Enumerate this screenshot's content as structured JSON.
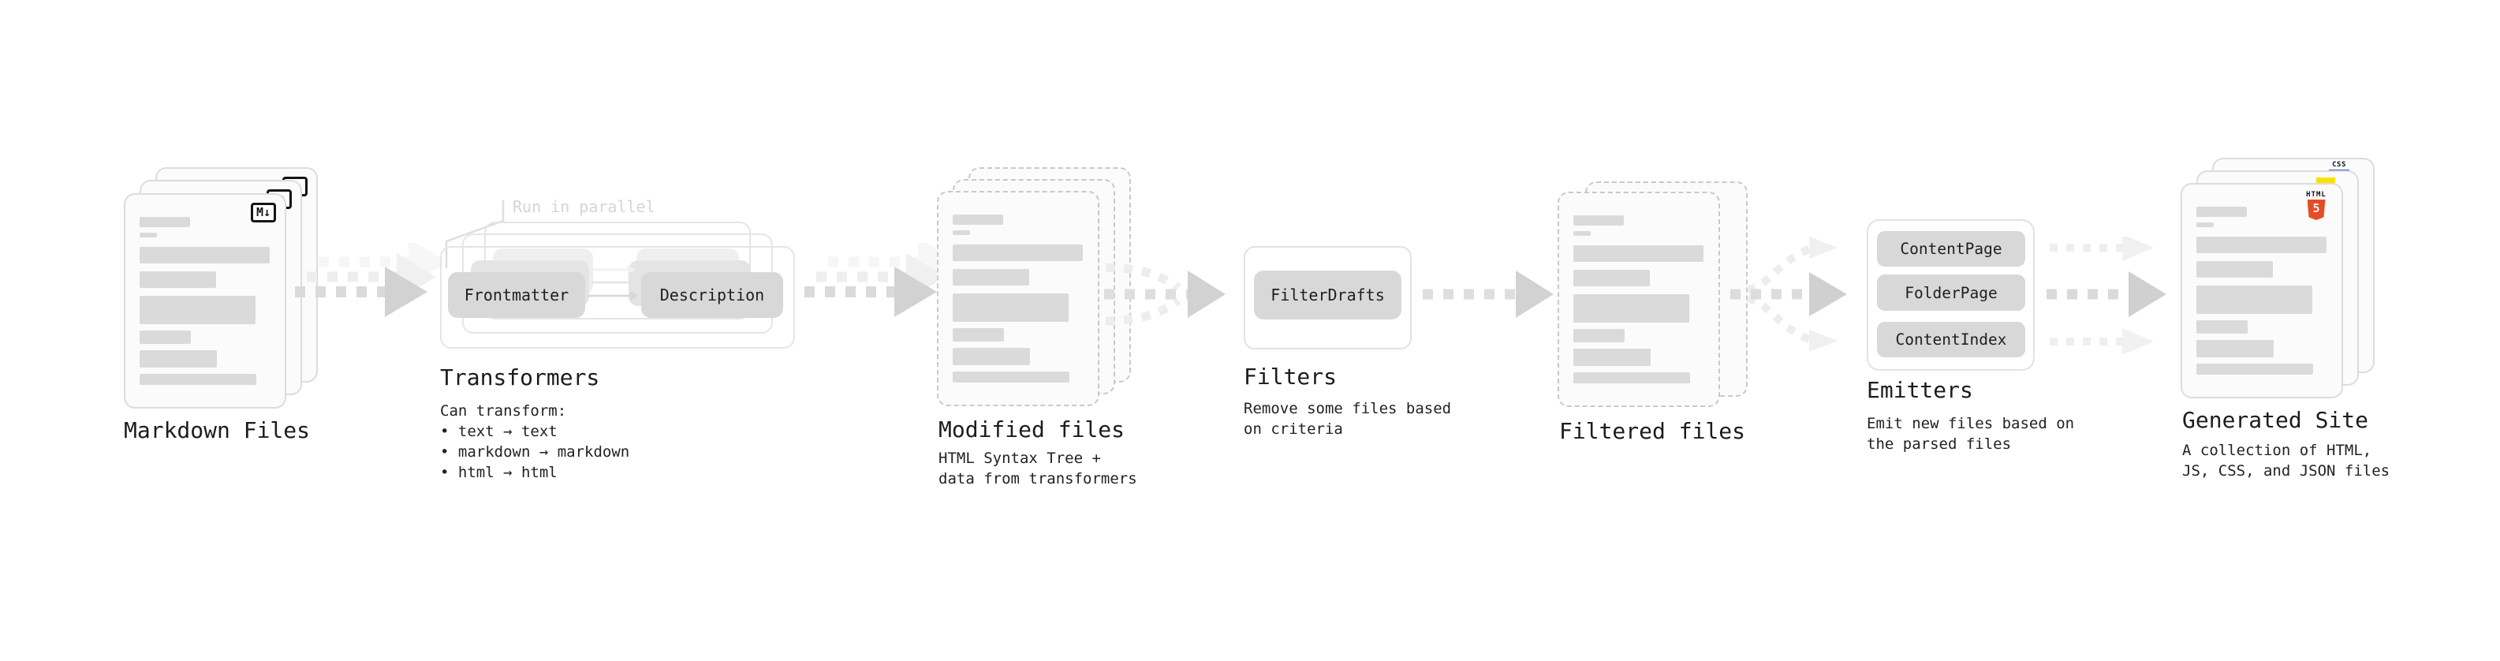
{
  "diagram": {
    "annotation_run_in_parallel": "Run in parallel",
    "markdown_files": {
      "label": "Markdown Files",
      "badge": "M↓"
    },
    "transformers": {
      "label": "Transformers",
      "pill_frontmatter": "Frontmatter",
      "pill_description": "Description",
      "caption": "Can transform:\n • text → text\n • markdown → markdown\n • html → html"
    },
    "modified_files": {
      "label": "Modified files",
      "caption": "HTML Syntax Tree +\ndata from transformers"
    },
    "filters": {
      "label": "Filters",
      "pill_filterdrafts": "FilterDrafts",
      "caption": "Remove some files based\non criteria"
    },
    "filtered_files": {
      "label": "Filtered files"
    },
    "emitters": {
      "label": "Emitters",
      "pill_contentpage": "ContentPage",
      "pill_folderpage": "FolderPage",
      "pill_contentindex": "ContentIndex",
      "caption": "Emit new files based on\nthe parsed files"
    },
    "generated_site": {
      "label": "Generated Site",
      "caption": "A collection of HTML,\nJS, CSS, and JSON files",
      "badge_css": "CSS",
      "badge_html": "HTML",
      "badge_html_number": "5"
    },
    "colors": {
      "arrow_main": "#d2d2d2",
      "arrow_ghost": "#efefef",
      "pill_bg": "#d8d8d8",
      "card_border": "#dcdcdc",
      "html5_orange": "#e44d26",
      "js_yellow": "#ffe100",
      "css_blue": "#2d65c9"
    }
  }
}
